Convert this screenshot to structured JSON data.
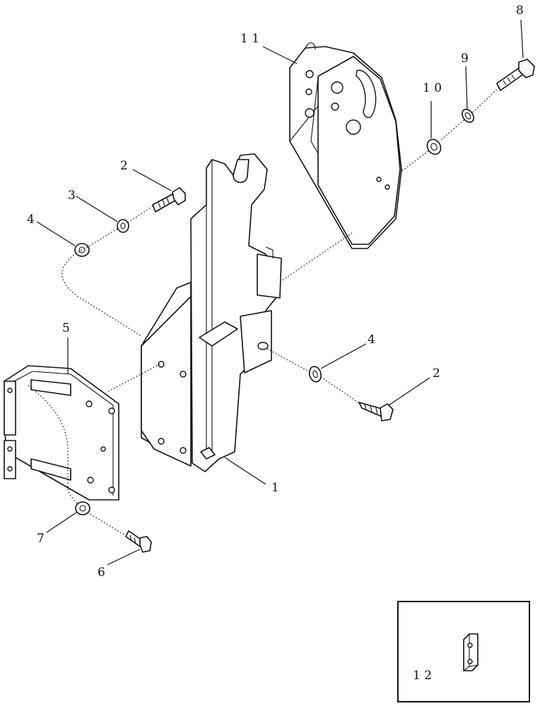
{
  "callouts": [
    {
      "id": "1",
      "label": "1"
    },
    {
      "id": "2a",
      "label": "2"
    },
    {
      "id": "2b",
      "label": "2"
    },
    {
      "id": "3",
      "label": "3"
    },
    {
      "id": "4a",
      "label": "4"
    },
    {
      "id": "4b",
      "label": "4"
    },
    {
      "id": "5",
      "label": "5"
    },
    {
      "id": "6",
      "label": "6"
    },
    {
      "id": "7",
      "label": "7"
    },
    {
      "id": "8",
      "label": "8"
    },
    {
      "id": "9",
      "label": "9"
    },
    {
      "id": "10",
      "label": "1 0"
    },
    {
      "id": "11",
      "label": "1 1"
    },
    {
      "id": "12",
      "label": "1 2"
    }
  ]
}
